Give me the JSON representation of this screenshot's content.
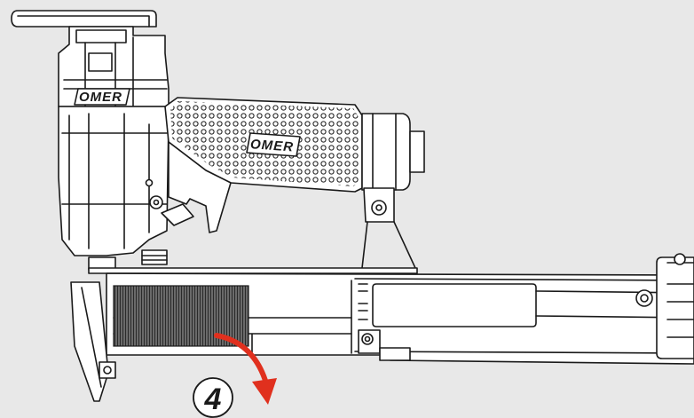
{
  "brand": {
    "logo_head": "OMER",
    "logo_handle": "OMER"
  },
  "instruction": {
    "step_number": "4",
    "arrow_color": "#e0301e"
  },
  "colors": {
    "background": "#e8e8e8",
    "line": "#1a1a1a",
    "staple_fill": "#4a4a4a"
  }
}
